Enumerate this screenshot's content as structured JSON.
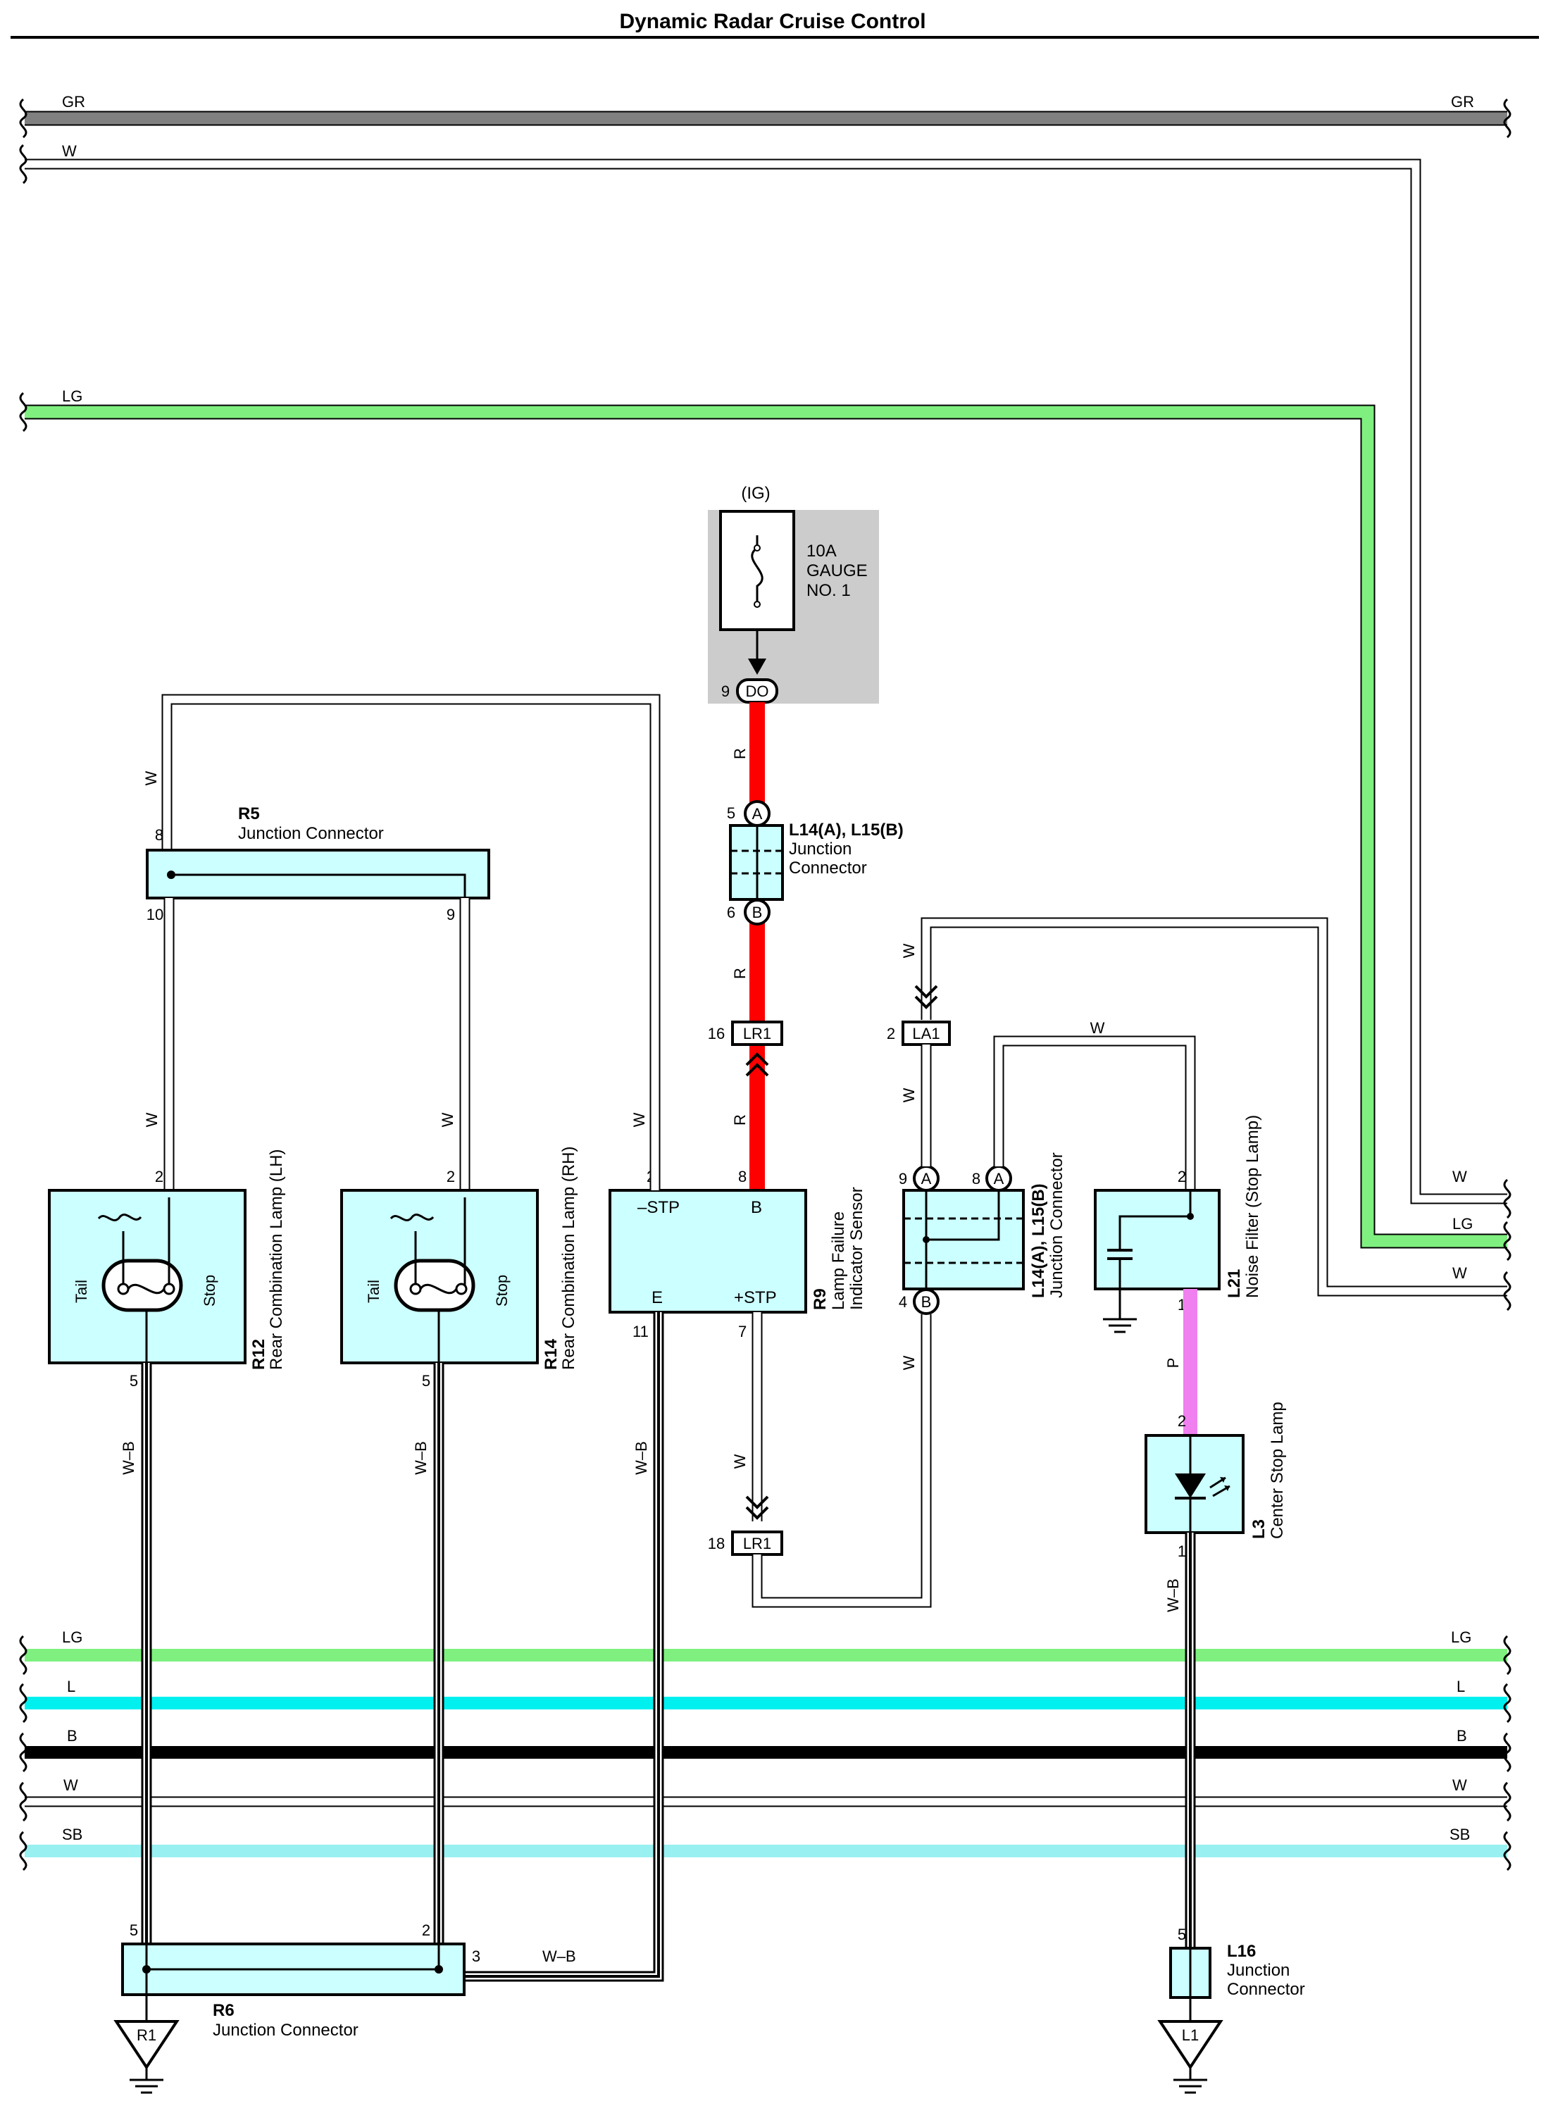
{
  "title": "Dynamic Radar Cruise Control",
  "wires": {
    "top": [
      "GR",
      "W",
      "LG"
    ],
    "bottom": [
      "LG",
      "L",
      "B",
      "W",
      "SB"
    ],
    "right_exit": [
      "W",
      "LG",
      "W"
    ]
  },
  "labels": {
    "w": "W",
    "r": "R",
    "wb": "W–B",
    "p": "P",
    "ig": "(IG)"
  },
  "colors": {
    "gr": "#808080",
    "lg": "#7ff07f",
    "l": "#00f0f0",
    "b": "#000000",
    "sb": "#99f0f0",
    "r": "#ff0000",
    "p": "#f07ff0",
    "component_fill": "#ccffff",
    "fuse_box": "#cccccc"
  },
  "components": {
    "fuse": {
      "rating": "10A",
      "name_1": "GAUGE",
      "name_2": "NO. 1",
      "connector": "DO",
      "pin": "9"
    },
    "r5": {
      "code": "R5",
      "name": "Junction Connector",
      "pin_top": "8",
      "pin_left": "10",
      "pin_right": "9"
    },
    "l14_top": {
      "code": "L14(A), L15(B)",
      "name_1": "Junction",
      "name_2": "Connector",
      "pin_a": "5",
      "pin_b": "6",
      "a": "A",
      "b": "B"
    },
    "lr1_top": {
      "name": "LR1",
      "pin": "16"
    },
    "la1": {
      "name": "LA1",
      "pin": "2"
    },
    "r12": {
      "code": "R12",
      "name": "Rear Combination Lamp (LH)",
      "tail": "Tail",
      "stop": "Stop",
      "pin_top": "2",
      "pin_bottom": "5"
    },
    "r14": {
      "code": "R14",
      "name": "Rear Combination Lamp (RH)",
      "tail": "Tail",
      "stop": "Stop",
      "pin_top": "2",
      "pin_bottom": "5"
    },
    "r9": {
      "code": "R9",
      "name_1": "Lamp Failure",
      "name_2": "Indicator Sensor",
      "stp_minus": "–STP",
      "b": "B",
      "e": "E",
      "stp_plus": "+STP",
      "pin_stp_minus": "2",
      "pin_b": "8",
      "pin_e": "11",
      "pin_stp_plus": "7"
    },
    "l14_mid": {
      "code": "L14(A), L15(B)",
      "name": "Junction Connector",
      "pin_9": "9",
      "pin_8": "8",
      "pin_4": "4",
      "a": "A",
      "b": "B"
    },
    "l21": {
      "code": "L21",
      "name": "Noise Filter (Stop Lamp)",
      "pin_top": "2",
      "pin_bottom": "1"
    },
    "l3": {
      "code": "L3",
      "name": "Center Stop Lamp",
      "pin_top": "2",
      "pin_bottom": "1"
    },
    "lr1_bottom": {
      "name": "LR1",
      "pin": "18"
    },
    "r6": {
      "code": "R6",
      "name": "Junction Connector",
      "pin_5": "5",
      "pin_2": "2",
      "pin_3": "3"
    },
    "l16": {
      "code": "L16",
      "name_1": "Junction",
      "name_2": "Connector",
      "pin": "5"
    },
    "ground_r1": {
      "name": "R1"
    },
    "ground_l1": {
      "name": "L1"
    }
  }
}
